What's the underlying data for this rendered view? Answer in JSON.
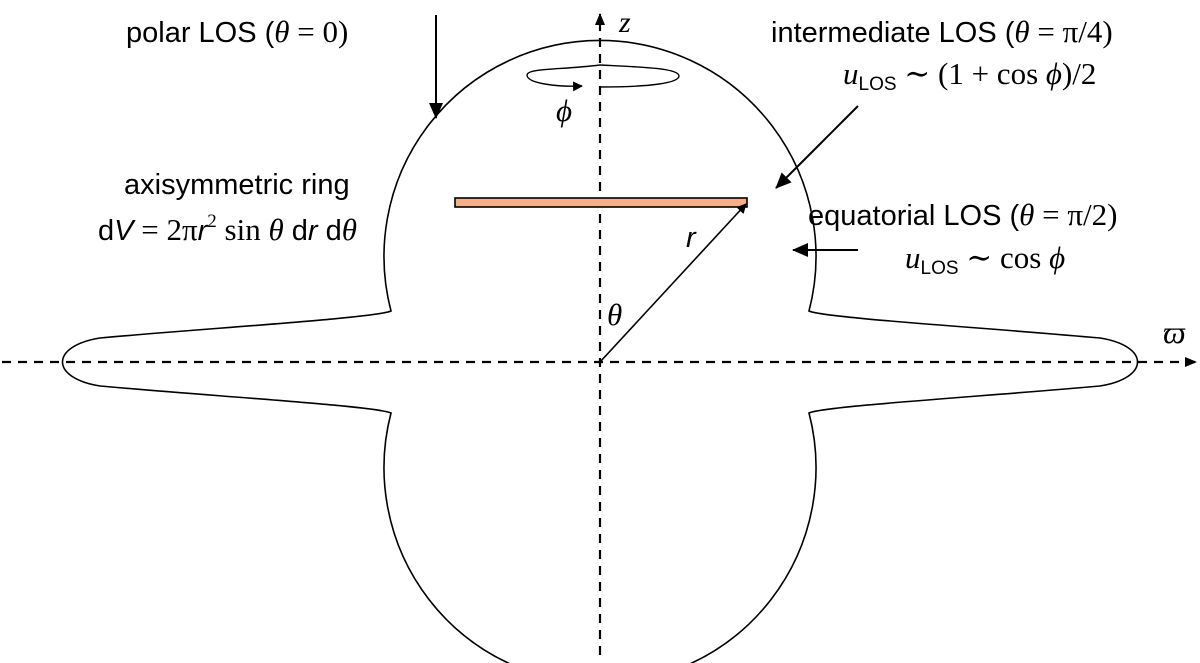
{
  "axes": {
    "z_label": "z",
    "varpi_label": "ϖ",
    "phi_label": "ϕ"
  },
  "colors": {
    "ring_fill": "#f5b08a",
    "ring_stroke": "#000000",
    "line": "#000000"
  },
  "polar_los": {
    "text": "polar LOS (",
    "theta": "θ",
    "eq": " = 0)"
  },
  "intermediate_los": {
    "text": "intermediate LOS (",
    "theta": "θ",
    "eq": " = π/4)",
    "u": "u",
    "u_sub": "LOS",
    "formula_a": " ∼ (1 + cos ",
    "formula_phi": "ϕ",
    "formula_b": ")/2"
  },
  "equatorial_los": {
    "text": "equatorial LOS (",
    "theta": "θ",
    "eq": " = π/2)",
    "u": "u",
    "u_sub": "LOS",
    "formula_a": " ∼ cos ",
    "formula_phi": "ϕ"
  },
  "ring": {
    "title": "axisymmetric ring",
    "dV_d": "d",
    "dV_V": "V",
    "eq": " = 2π",
    "r": "r",
    "sup": "2",
    "sin": " sin ",
    "theta": "θ",
    "dr_d": " d",
    "dr_r": "r",
    "dth_d": " d",
    "dth_theta": "θ"
  },
  "geometry_labels": {
    "r_label": "r",
    "theta_label": "θ"
  }
}
